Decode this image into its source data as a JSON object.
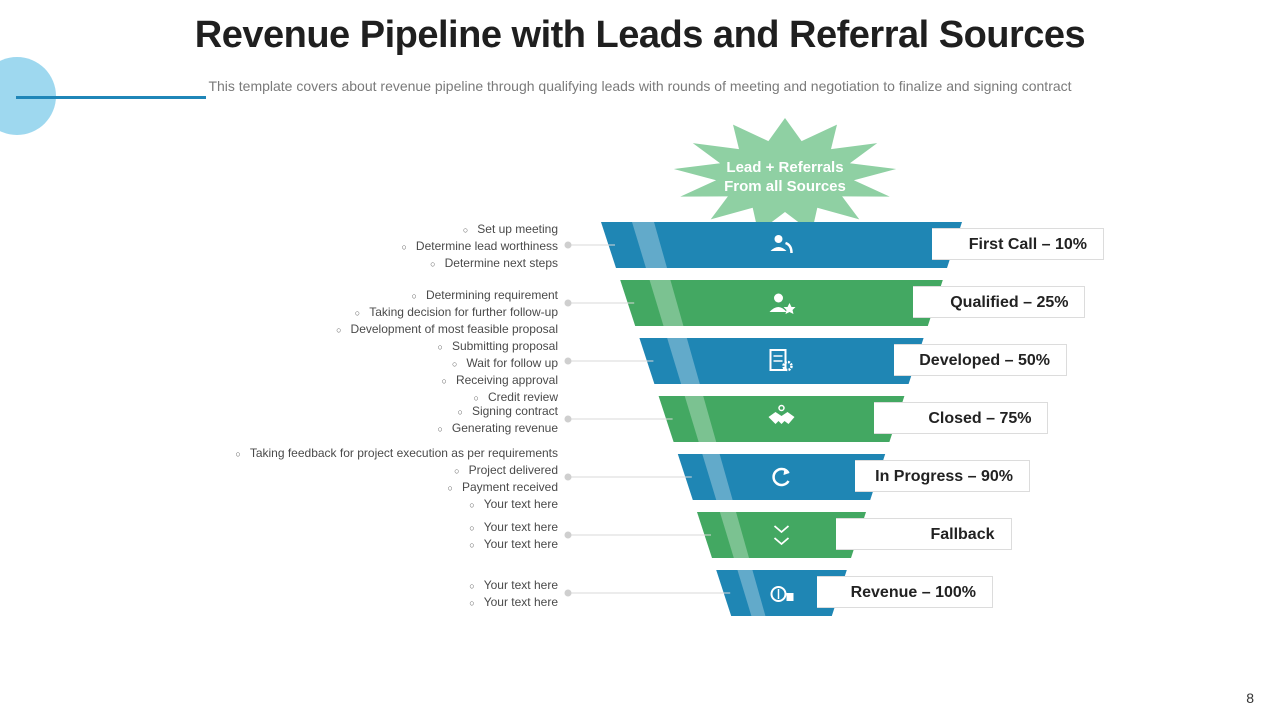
{
  "title": "Revenue Pipeline with Leads and Referral Sources",
  "subtitle": "This template covers about revenue pipeline through qualifying leads with rounds of meeting and negotiation to finalize and signing contract",
  "source_badge": {
    "line1": "Lead + Referrals",
    "line2": "From all  Sources",
    "color": "#8fd0a3"
  },
  "colors": {
    "blue": "#1f86b4",
    "green": "#43a862",
    "accent_line": "#1f86b8",
    "accent_circle": "#9ed8ef"
  },
  "stages": [
    {
      "label": "First Call – 10%",
      "icon": "phone-user-icon",
      "color": "blue"
    },
    {
      "label": "Qualified – 25%",
      "icon": "user-star-icon",
      "color": "green"
    },
    {
      "label": "Developed – 50%",
      "icon": "document-gear-icon",
      "color": "blue"
    },
    {
      "label": "Closed – 75%",
      "icon": "handshake-icon",
      "color": "green"
    },
    {
      "label": "In Progress – 90%",
      "icon": "refresh-icon",
      "color": "blue"
    },
    {
      "label": "Fallback",
      "icon": "chevron-down-icon",
      "color": "green"
    },
    {
      "label": "Revenue – 100%",
      "icon": "money-bag-icon",
      "color": "blue"
    }
  ],
  "details": [
    [
      "Set up meeting",
      "Determine  lead worthiness",
      "Determine  next steps"
    ],
    [
      "Determining  requirement",
      "Taking decision for further follow-up"
    ],
    [
      "Development  of most feasible proposal",
      "Submitting proposal",
      "Wait for follow  up",
      "Receiving   approval",
      "Credit review"
    ],
    [
      "Signing contract",
      "Generating revenue"
    ],
    [
      "Taking feedback  for  project execution  as per requirements",
      "Project delivered",
      "Payment received",
      "Your text here"
    ],
    [
      "Your text here",
      "Your text here"
    ],
    [
      "Your text here",
      "Your text here"
    ]
  ],
  "page_number": "8"
}
